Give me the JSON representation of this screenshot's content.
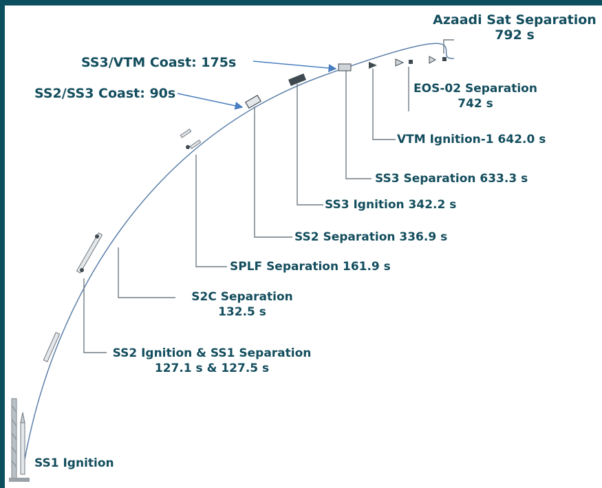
{
  "colors": {
    "frame": "#0c4f5e",
    "text": "#134d5d",
    "trajectory": "#5b7fa8",
    "leader": "#6f7a82",
    "pointer": "#4a7ec0"
  },
  "labels": {
    "azaadi_sep": {
      "line1": "Azaadi Sat Separation",
      "line2": "792 s"
    },
    "ss3_vtm_coast": "SS3/VTM Coast: 175s",
    "ss2_ss3_coast": "SS2/SS3 Coast: 90s",
    "eos02_sep": {
      "line1": "EOS-02 Separation",
      "line2": "742 s"
    },
    "vtm_ignition": "VTM Ignition-1 642.0 s",
    "ss3_separation": "SS3 Separation 633.3 s",
    "ss3_ignition": "SS3 Ignition 342.2 s",
    "ss2_separation": "SS2 Separation 336.9 s",
    "splf_separation": "SPLF Separation 161.9 s",
    "s2c_separation": {
      "line1": "S2C Separation",
      "line2": "132.5 s"
    },
    "ss2_ignition": {
      "line1": "SS2 Ignition & SS1 Separation",
      "line2": "127.1 s & 127.5 s"
    },
    "ss1_ignition": "SS1 Ignition"
  }
}
